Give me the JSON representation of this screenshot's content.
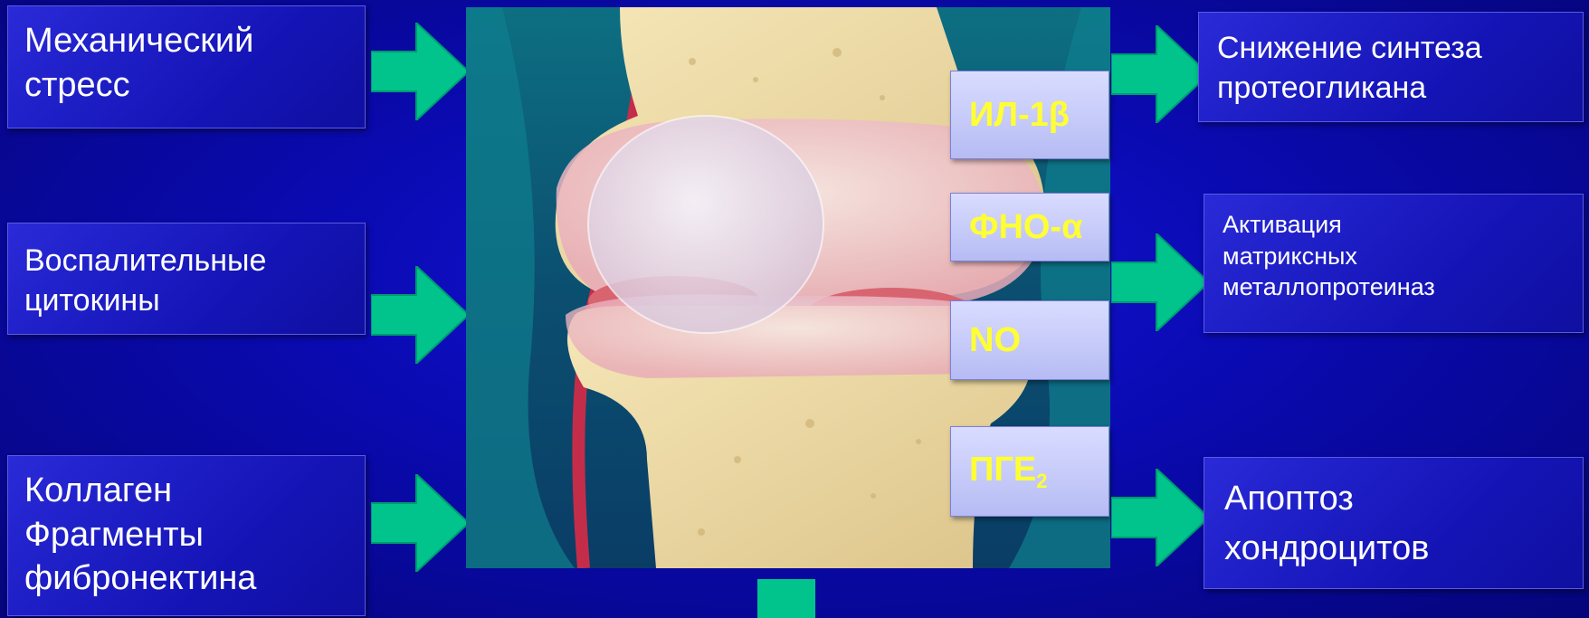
{
  "left_boxes": [
    {
      "lines": [
        "Механический",
        "стресс"
      ]
    },
    {
      "lines": [
        "Воспалительные",
        "цитокины"
      ]
    },
    {
      "lines": [
        "Коллаген",
        "Фрагменты",
        "фибронектина"
      ]
    }
  ],
  "mediators": [
    {
      "main": "ИЛ-1β",
      "sub": ""
    },
    {
      "main": "ФНО-α",
      "sub": ""
    },
    {
      "main": "NO",
      "sub": ""
    },
    {
      "main": "ПГЕ",
      "sub": "2"
    }
  ],
  "right_boxes": [
    {
      "lines": [
        "Снижение синтеза",
        "протеогликана"
      ]
    },
    {
      "lines": [
        "Активация",
        "матриксных",
        "металлопротеиназ"
      ]
    },
    {
      "lines": [
        "Апоптоз",
        "хондроцитов"
      ]
    }
  ],
  "colors": {
    "background": "#0a0ab0",
    "box": "#1a1ac8",
    "arrow": "#00c48c",
    "mediator_text": "#ffff33",
    "mediator_box": "#c8ccfa"
  },
  "image": {
    "icon": "knee-joint-illustration"
  }
}
